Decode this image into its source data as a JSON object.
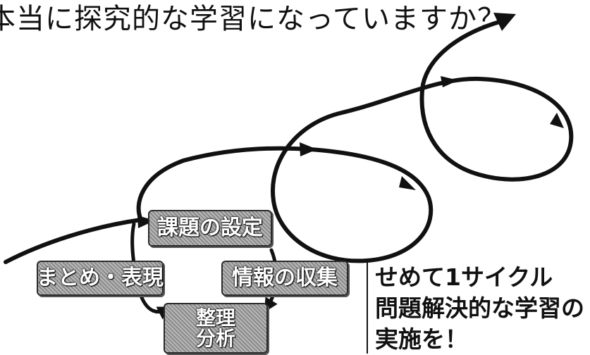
{
  "title": "本当に探究的な学習になっていますか？",
  "boxes": {
    "setting": "課題の設定",
    "summary": "まとめ・表現",
    "collection": "情報の収集",
    "analysis_line1": "整理",
    "analysis_line2": "分析"
  },
  "note": {
    "line1": "せめて1サイクル",
    "line2": "問題解決的な学習の",
    "line3": "実施を！"
  },
  "colors": {
    "arrow": "#111111",
    "box_fill": "#a0a0a0",
    "box_text": "#ffffff"
  },
  "icon": "spiral-arrow-icon"
}
